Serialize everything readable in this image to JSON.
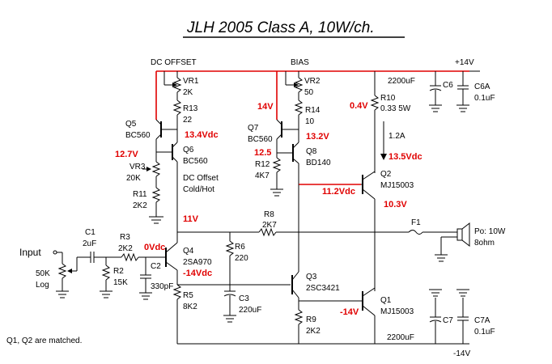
{
  "title": "JLH 2005 Class A, 10W/ch.",
  "rails": {
    "positive": "+14V",
    "negative": "-14V"
  },
  "section_labels": {
    "dc_offset": "DC OFFSET",
    "bias": "BIAS",
    "dc_offset_note_1": "DC Offset",
    "dc_offset_note_2": "Cold/Hot"
  },
  "input": {
    "label": "Input",
    "pot_value": "50K",
    "pot_taper": "Log"
  },
  "components": {
    "C1": {
      "ref": "C1",
      "value": "2uF"
    },
    "R3": {
      "ref": "R3",
      "value": "2K2"
    },
    "R2": {
      "ref": "R2",
      "value": "15K"
    },
    "C2": {
      "ref": "C2",
      "value": "330pF"
    },
    "VR1": {
      "ref": "VR1",
      "value": "2K"
    },
    "R13": {
      "ref": "R13",
      "value": "22"
    },
    "Q5": {
      "ref": "Q5",
      "value": "BC560"
    },
    "Q6": {
      "ref": "Q6",
      "value": "BC560"
    },
    "VR3": {
      "ref": "VR3",
      "value": "20K"
    },
    "R11": {
      "ref": "R11",
      "value": "2K2"
    },
    "Q4": {
      "ref": "Q4",
      "value": "2SA970"
    },
    "R5": {
      "ref": "R5",
      "value": "8K2"
    },
    "R6": {
      "ref": "R6",
      "value": "220"
    },
    "C3": {
      "ref": "C3",
      "value": "220uF"
    },
    "R8": {
      "ref": "R8",
      "value": "2K7"
    },
    "VR2": {
      "ref": "VR2",
      "value": "50"
    },
    "R14": {
      "ref": "R14",
      "value": "10"
    },
    "Q7": {
      "ref": "Q7",
      "value": "BC560"
    },
    "Q8": {
      "ref": "Q8",
      "value": "BD140"
    },
    "R12": {
      "ref": "R12",
      "value": "4K7"
    },
    "Q3": {
      "ref": "Q3",
      "value": "2SC3421"
    },
    "R9": {
      "ref": "R9",
      "value": "2K2"
    },
    "R10": {
      "ref": "R10",
      "value": "0.33 5W"
    },
    "Q2": {
      "ref": "Q2",
      "value": "MJ15003"
    },
    "Q1": {
      "ref": "Q1",
      "value": "MJ15003"
    },
    "F1": {
      "ref": "F1"
    },
    "C6": {
      "ref": "C6",
      "value": "2200uF"
    },
    "C6A": {
      "ref": "C6A",
      "value": "0.1uF"
    },
    "C7": {
      "ref": "C7",
      "value": "2200uF"
    },
    "C7A": {
      "ref": "C7A",
      "value": "0.1uF"
    },
    "speaker": {
      "power": "Po: 10W",
      "impedance": "8ohm"
    }
  },
  "voltages": {
    "q6_emitter": "13.4Vdc",
    "vr3": "12.7V",
    "node_11v": "11V",
    "q4_base": "0Vdc",
    "q4_collector": "-14Vdc",
    "q7_base": "14V",
    "q7_emitter": "13.2V",
    "q8_base": "12.5",
    "q2_base_node": "11.2Vdc",
    "r10_top": "0.4V",
    "current": "1.2A",
    "q2_emitter": "13.5Vdc",
    "output": "10.3V",
    "q1_base": "-14V"
  },
  "footnote": "Q1, Q2 are matched."
}
